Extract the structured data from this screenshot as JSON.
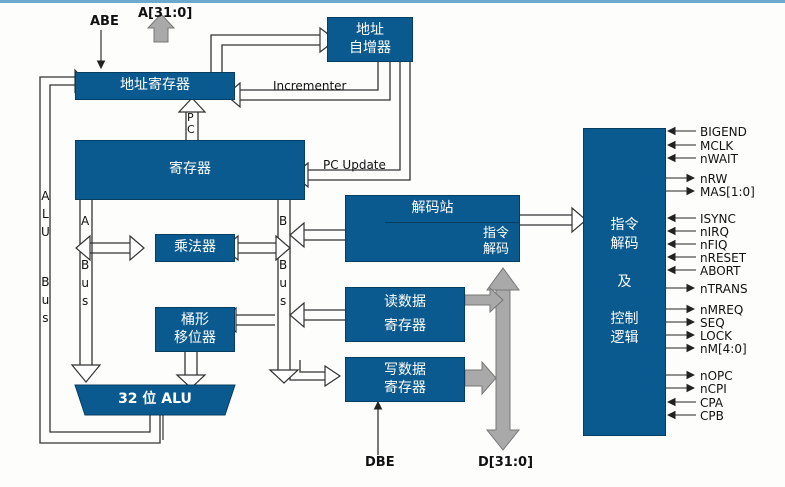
{
  "labels": {
    "abe": "ABE",
    "addr_bus": "A[31:0]",
    "incrementer": "Incrementer",
    "pc": "P\nC",
    "pc_update": "PC Update",
    "alu_bus": "A L U B u s",
    "a_bus": "A B u s",
    "b_bus": "B B u s",
    "dbe": "DBE",
    "data_bus": "D[31:0]"
  },
  "blocks": {
    "addr_incrementer": "地址\n自增器",
    "addr_register": "地址寄存器",
    "register_bank": "寄存器",
    "multiplier": "乘法器",
    "barrel_shifter": "桶形\n移位器",
    "alu": "32 位 ALU",
    "decode_station": "解码站",
    "instr_decode": "指令\n解码",
    "read_data_reg": "读数据\n寄存器",
    "write_data_reg": "写数据\n寄存器",
    "control_logic": "指令\n解码\n\n及\n\n控制\n逻辑"
  },
  "signals": [
    "BIGEND",
    "MCLK",
    "nWAIT",
    "nRW",
    "MAS[1:0]",
    "ISYNC",
    "nIRQ",
    "nFIQ",
    "nRESET",
    "ABORT",
    "nTRANS",
    "nMREQ",
    "SEQ",
    "LOCK",
    "nM[4:0]",
    "nOPC",
    "nCPI",
    "CPA",
    "CPB"
  ],
  "colors": {
    "block": "#0b5a8f",
    "bus_grey": "#a9a9a9",
    "line": "#222222"
  }
}
